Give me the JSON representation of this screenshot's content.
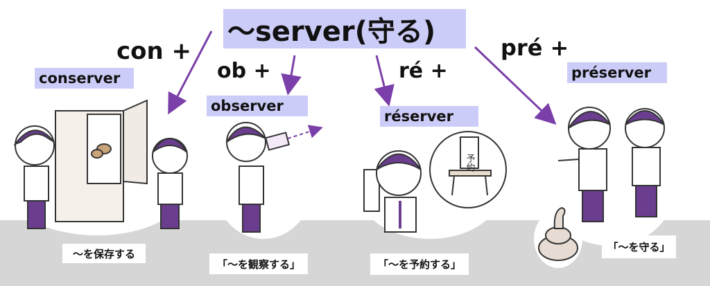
{
  "title": "～server(守る)",
  "prefixes": {
    "con": "con +",
    "ob": "ob +",
    "re": "ré +",
    "pre": "pré +"
  },
  "words": {
    "conserver": "conserver",
    "observer": "observer",
    "reserver": "réserver",
    "preserver": "préserver"
  },
  "meanings": {
    "conserver": "～を保存する",
    "observer": "「～を観察する」",
    "reserver": "「～を予約する」",
    "preserver": "「～を守る」"
  },
  "sign_text": "予約",
  "colors": {
    "tag": "#ccccf8",
    "arrow": "#7a3fa8",
    "ground": "#d6d6d6",
    "hair": "#6a3d8f"
  }
}
